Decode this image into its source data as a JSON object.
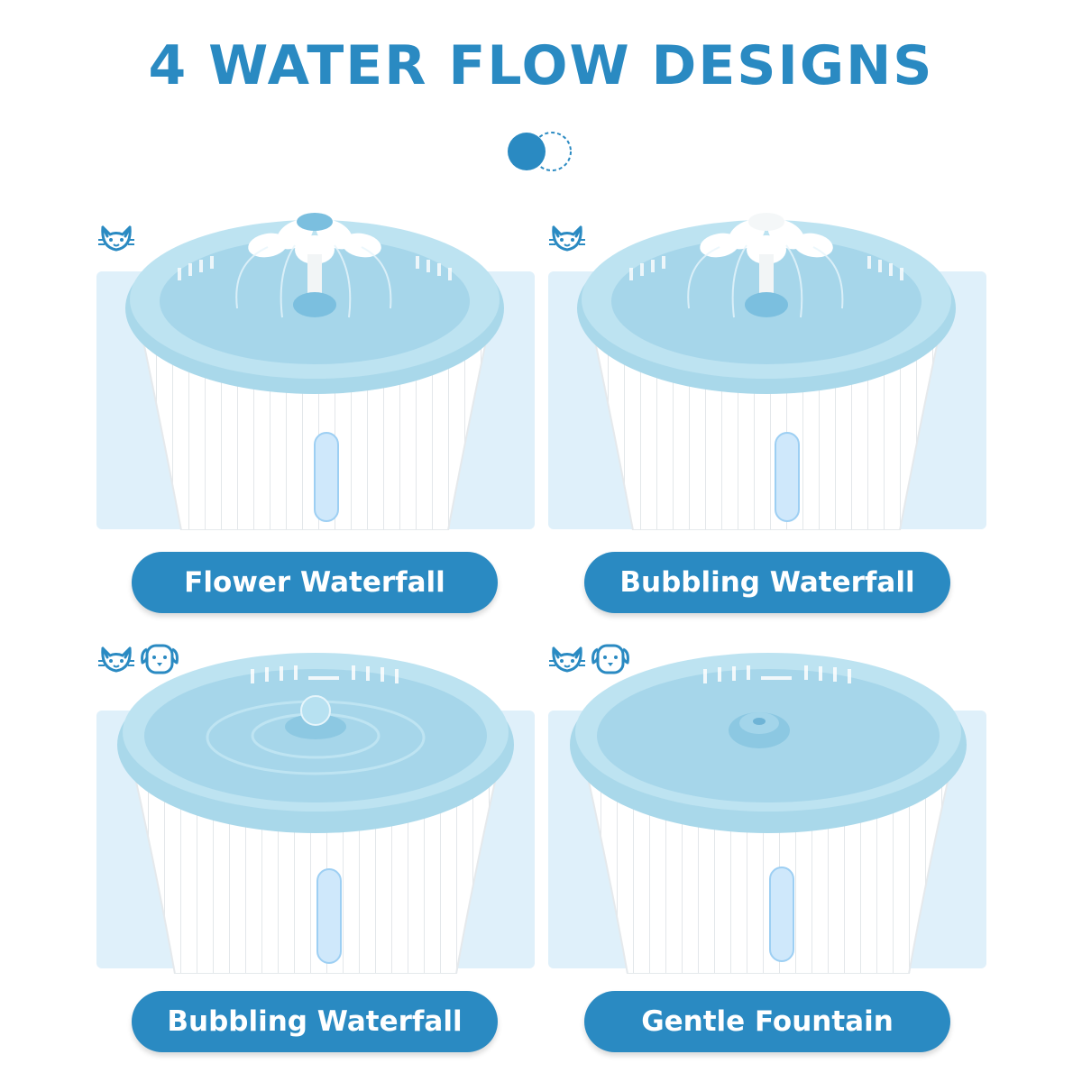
{
  "title": "4 WATER FLOW DESIGNS",
  "colors": {
    "brand_blue": "#2a8ac2",
    "panel_bg": "#dff0fa",
    "fountain_blue": "#a9d8ea"
  },
  "designs": [
    {
      "label": "Flower Waterfall",
      "pets": [
        "cat-icon"
      ],
      "spout": "flower"
    },
    {
      "label": "Bubbling Waterfall",
      "pets": [
        "cat-icon"
      ],
      "spout": "flower-white"
    },
    {
      "label": "Bubbling Waterfall",
      "pets": [
        "cat-icon",
        "dog-icon"
      ],
      "spout": "bubbler"
    },
    {
      "label": "Gentle Fountain",
      "pets": [
        "cat-icon",
        "dog-icon"
      ],
      "spout": "dome"
    }
  ]
}
